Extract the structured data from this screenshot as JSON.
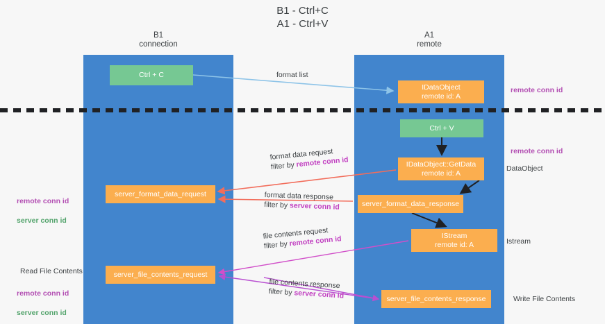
{
  "title": "B1 - Ctrl+C\nA1 - Ctrl+V",
  "lanes": [
    {
      "id": "b1",
      "label": "B1\nconnection"
    },
    {
      "id": "a1",
      "label": "A1\nremote"
    }
  ],
  "nodes": {
    "ctrl_c": "Ctrl + C",
    "idataobject": "IDataObject\nremote id: A",
    "ctrl_v": "Ctrl + V",
    "getdata": "IDataObject::GetData\nremote id: A",
    "server_format_data_request": "server_format_data_request",
    "server_format_data_response": "server_format_data_response",
    "istream": "IStream\nremote id: A",
    "server_file_contents_request": "server_file_contents_request",
    "server_file_contents_response": "server_file_contents_response"
  },
  "edge_labels": {
    "format_list": "format list",
    "format_data_request": "format data request",
    "format_data_request_filter_prefix": "filter by ",
    "format_data_request_filter_key": "remote conn id",
    "format_data_response": "format data response",
    "format_data_response_filter_prefix": "filter by ",
    "format_data_response_filter_key": "server conn id",
    "file_contents_request": "file contents request",
    "file_contents_request_filter_prefix": "filter by ",
    "file_contents_request_filter_key": "remote conn id",
    "file_contents_response": "file contents response",
    "file_contents_response_filter_prefix": "filter by ",
    "file_contents_response_filter_key": "server conn id"
  },
  "annotations": {
    "right_remote_conn_id_1": "remote conn id",
    "right_remote_conn_id_2": "remote conn id",
    "dataobject": "DataObject",
    "istream": "Istream",
    "write_file_contents": "Write File Contents",
    "read_file_contents": "Read File Contents",
    "left_remote_conn_id": "remote conn id",
    "left_server_conn_id": "server conn id",
    "left_remote_conn_id_2": "remote conn id",
    "left_server_conn_id_2": "server conn id"
  },
  "colors": {
    "lane": "#4285cd",
    "node_green": "#76c893",
    "node_orange": "#fbae4f",
    "arrow_light_blue": "#8ec4e8",
    "arrow_red": "#f26d5b",
    "arrow_magenta": "#d14fc9",
    "arrow_purple": "#b94fd1",
    "arrow_black": "#202124",
    "highlight_purple": "#b34fb3",
    "highlight_green": "#52a36b",
    "background": "#f7f7f7"
  }
}
